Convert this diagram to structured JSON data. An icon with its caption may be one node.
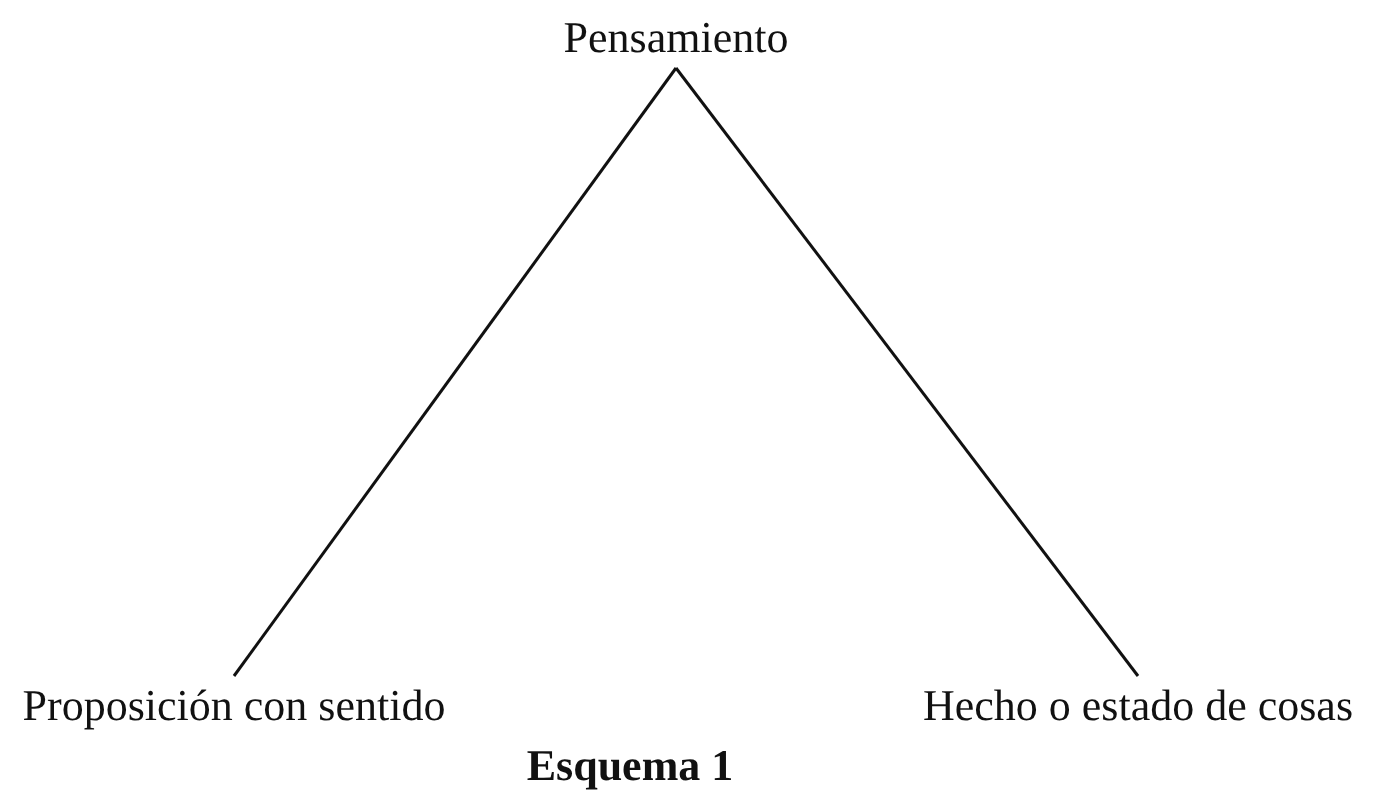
{
  "diagram": {
    "caption": "Esquema 1",
    "nodes": [
      {
        "text": [
          "Pensamiento"
        ]
      },
      {
        "text": [
          "Proposición con sentido"
        ]
      },
      {
        "text": [
          "Hecho o estado de cosas"
        ]
      }
    ],
    "edges": [
      {
        "from": 0,
        "to": 1,
        "arrow": "none"
      },
      {
        "from": 0,
        "to": 2,
        "arrow": "none"
      }
    ]
  }
}
